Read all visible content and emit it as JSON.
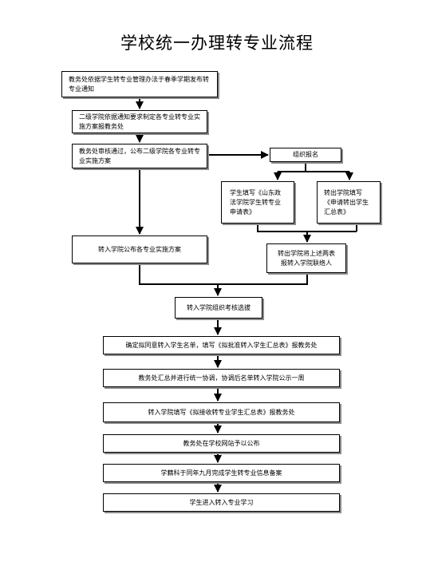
{
  "title": "学校统一办理转专业流程",
  "steps": {
    "s1": "教务处依据学生转专业管理办法于春季学期发布转专业通知",
    "s2": "二级学院依据通知要求制定各专业转专业实施方案报教务处",
    "s3": "教务处审核通过，公布二级学院各专业转专业实施方案",
    "s4": "组织报名",
    "s5a": "学生填写《山东政法学院学生转专业申请表》",
    "s5b": "转出学院填写《申请转出学生汇总表》",
    "s6": "转入学院公布各专业实施方案",
    "s7": "转出学院将上述两表报转入学院联络人",
    "s8": "转入学院组织考核选拔",
    "s9": "确定拟同意转入学生名单，填写《拟批准转入学生汇总表》报教务处",
    "s10": "教务处汇总并进行统一协调，协调后名单转入学院公示一周",
    "s11": "转入学院填写《拟接收转专业学生汇总表》报教务处",
    "s12": "教务处在学校网站予以公布",
    "s13": "学籍科于同年九月完成学生转专业信息备案",
    "s14": "学生进入转入专业学习"
  }
}
